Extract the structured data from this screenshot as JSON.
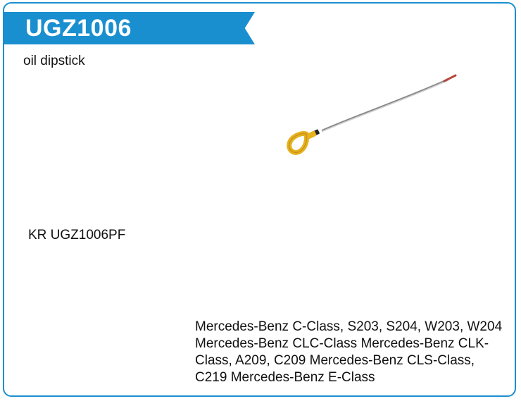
{
  "product": {
    "code": "UGZ1006",
    "name": "oil dipstick",
    "part_number": "KR UGZ1006PF",
    "applications": "Mercedes-Benz C-Class, S203, S204, W203, W204 Mercedes-Benz CLC-Class Mercedes-Benz CLK-Class, A209, C209 Mercedes-Benz CLS-Class, C219 Mercedes-Benz E-Class"
  },
  "colors": {
    "accent": "#1a8fd0",
    "handle": "#e6b21e",
    "rod": "#8a8a8a",
    "tip": "#b4463c"
  },
  "image": {
    "icon": "oil-dipstick-icon"
  }
}
